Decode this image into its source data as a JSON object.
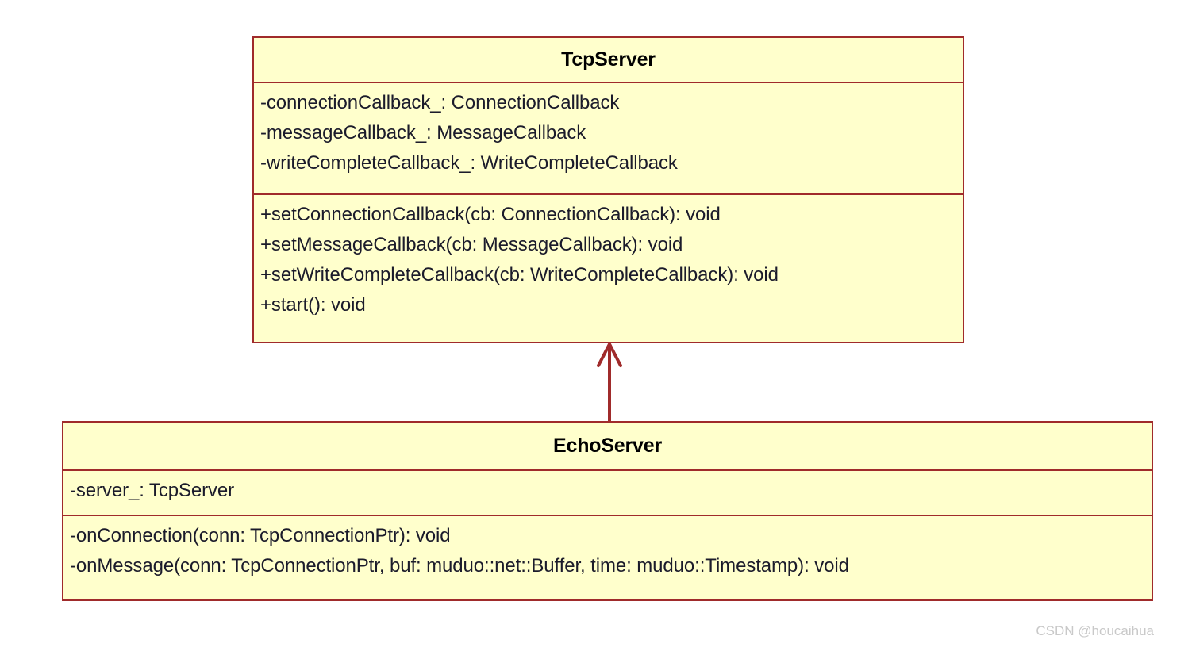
{
  "diagram": {
    "type": "uml-class-diagram",
    "background_color": "#ffffff",
    "class_fill_color": "#ffffcc",
    "class_border_color": "#a02b2b",
    "text_color": "#1b1b2b",
    "classes": [
      {
        "name": "TcpServer",
        "attributes": [
          "-connectionCallback_: ConnectionCallback",
          "-messageCallback_: MessageCallback",
          "-writeCompleteCallback_: WriteCompleteCallback"
        ],
        "operations": [
          "+setConnectionCallback(cb: ConnectionCallback): void",
          "+setMessageCallback(cb: MessageCallback): void",
          "+setWriteCompleteCallback(cb: WriteCompleteCallback): void",
          "+start(): void"
        ]
      },
      {
        "name": "EchoServer",
        "attributes": [
          "-server_: TcpServer"
        ],
        "operations": [
          "-onConnection(conn: TcpConnectionPtr): void",
          "-onMessage(conn: TcpConnectionPtr, buf: muduo::net::Buffer, time: muduo::Timestamp): void"
        ]
      }
    ],
    "relationship": {
      "kind": "generalization",
      "label": "",
      "from": "EchoServer",
      "to": "TcpServer",
      "arrow_color": "#a02b2b"
    }
  },
  "watermark": {
    "text": "CSDN @houcaihua"
  }
}
